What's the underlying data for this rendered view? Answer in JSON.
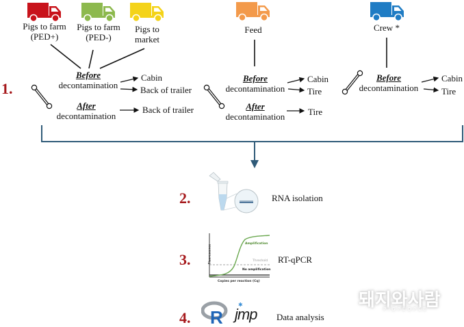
{
  "step1": {
    "number": "1.",
    "groups": [
      {
        "trucks": [
          {
            "label_line1": "Pigs to farm",
            "label_line2": "(PED+)",
            "color": "#c8131b",
            "icon": "truck-icon"
          },
          {
            "label_line1": "Pigs to farm",
            "label_line2": "(PED-)",
            "color": "#8db94e",
            "icon": "truck-icon"
          },
          {
            "label_line1": "Pigs to",
            "label_line2": "market",
            "color": "#f4d319",
            "icon": "truck-icon"
          }
        ],
        "before": {
          "title": "Before",
          "subtitle": "decontamination",
          "targets": [
            "Cabin",
            "Back of trailer"
          ]
        },
        "after": {
          "title": "After",
          "subtitle": "decontamination",
          "targets": [
            "Back of trailer"
          ]
        }
      },
      {
        "trucks": [
          {
            "label_line1": "Feed",
            "label_line2": "",
            "color": "#f39a4b",
            "icon": "truck-icon"
          }
        ],
        "before": {
          "title": "Before",
          "subtitle": "decontamination",
          "targets": [
            "Cabin",
            "Tire"
          ]
        },
        "after": {
          "title": "After",
          "subtitle": "decontamination",
          "targets": [
            "Tire"
          ]
        }
      },
      {
        "trucks": [
          {
            "label_line1": "Crew *",
            "label_line2": "",
            "color": "#1f7cc4",
            "icon": "truck-icon"
          }
        ],
        "before": {
          "title": "Before",
          "subtitle": "decontamination",
          "targets": [
            "Cabin",
            "Tire"
          ]
        }
      }
    ]
  },
  "step2": {
    "number": "2.",
    "label": "RNA isolation",
    "icon": "microtube-icon"
  },
  "step3": {
    "number": "3.",
    "label": "RT-qPCR",
    "plot": {
      "ylabel": "Fluorescence",
      "xlabel": "Copies per reaction (Cq)",
      "curve_high": "Amplification",
      "threshold": "Threshold",
      "curve_low": "No amplification"
    }
  },
  "step4": {
    "number": "4.",
    "label": "Data analysis",
    "tools": [
      "R",
      "jmp"
    ]
  },
  "watermark": {
    "text": "돼지와사람",
    "subtitle": "PIGPEOPLE"
  },
  "colors": {
    "step_number": "#a6191c",
    "connector": "#2f5a78",
    "amplification": "#6aa84f"
  }
}
